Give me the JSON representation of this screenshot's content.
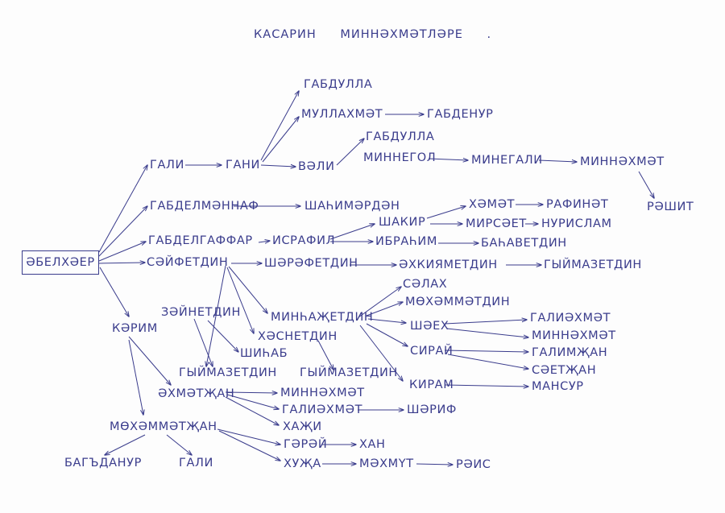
{
  "ink_color": "#3a3c8c",
  "title": "КАСАРИН МИННӘХМӘТЛӘРЕ .",
  "nodes": {
    "root": "ӘБЕЛХӘЕР",
    "gali1": "ГАЛИ",
    "gani": "ГАНИ",
    "gabdulla1": "ГАБДУЛЛА",
    "mullakhmat": "МУЛЛАХМӘТ",
    "gabdenur": "ГАБДЕНУР",
    "vali": "ВӘЛИ",
    "gabdulla2": "ГАБДУЛЛА",
    "minnegol": "МИННЕГОЛ",
    "minegali": "МИНЕГАЛИ",
    "minnakhmat1": "МИННӘХМӘТ",
    "rashit": "РӘШИТ",
    "gabdelmannaf": "ГАБДЕЛМӘННАФ",
    "shahimardan": "ШАҺИМӘРДӘН",
    "khamat": "ХӘМӘТ",
    "rafinat": "РАФИНӘТ",
    "shakir": "ШАКИР",
    "mirsaet": "МИРСӘЕТ",
    "nurislam": "НУРИСЛАМ",
    "gabdelgaffar": "ГАБДЕЛГАФФАР",
    "israfil": "ИСРАФИЛ",
    "ibrahim": "ИБРАҺИМ",
    "bahavetdin": "БАҺАВЕТДИН",
    "saifetdin": "СӘЙФЕТДИН",
    "sharafetdin": "ШӘРӘФЕТДИН",
    "akhkiyametdin": "ӘХКИЯМЕТДИН",
    "gyimazetdin1": "ГЫЙМАЗЕТДИН",
    "salakh": "СӘЛАХ",
    "mukhammatdin": "МӨХӘММӘТДИН",
    "zainetdin": "ЗӘЙНЕТДИН",
    "minhajetdin": "МИНҺАҖЕТДИН",
    "galiakhmat1": "ГАЛИӘХМӘТ",
    "shaekh": "ШӘЕХ",
    "minnakhmat2": "МИННӘХМӘТ",
    "khasnetdin": "ХӘСНЕТДИН",
    "karim": "КӘРИМ",
    "shihab": "ШИҺАБ",
    "sirai": "СИРАЙ",
    "galimjan": "ГАЛИМҖАН",
    "saetjan": "СӘЕТҖАН",
    "gyimazetdin2": "ГЫЙМАЗЕТДИН",
    "gyimazetdin3": "ГЫЙМАЗЕТДИН",
    "kiram": "КИРАМ",
    "mansur": "МАНСУР",
    "akhmatjan": "ӘХМӘТҖАН",
    "minnakhmat3": "МИННӘХМӘТ",
    "galiakhmat2": "ГАЛИӘХМӘТ",
    "sharif": "ШӘРИФ",
    "khaji": "ХАҖИ",
    "mukhammatjan": "МӨХӘММӘТҖАН",
    "garai": "ГӘРӘЙ",
    "khan": "ХАН",
    "khuja": "ХУҖА",
    "makhmut": "МӘХМҮТ",
    "rais": "РӘИС",
    "bagdanur": "БАГЪДАНУР",
    "gali2": "ГАЛИ"
  }
}
